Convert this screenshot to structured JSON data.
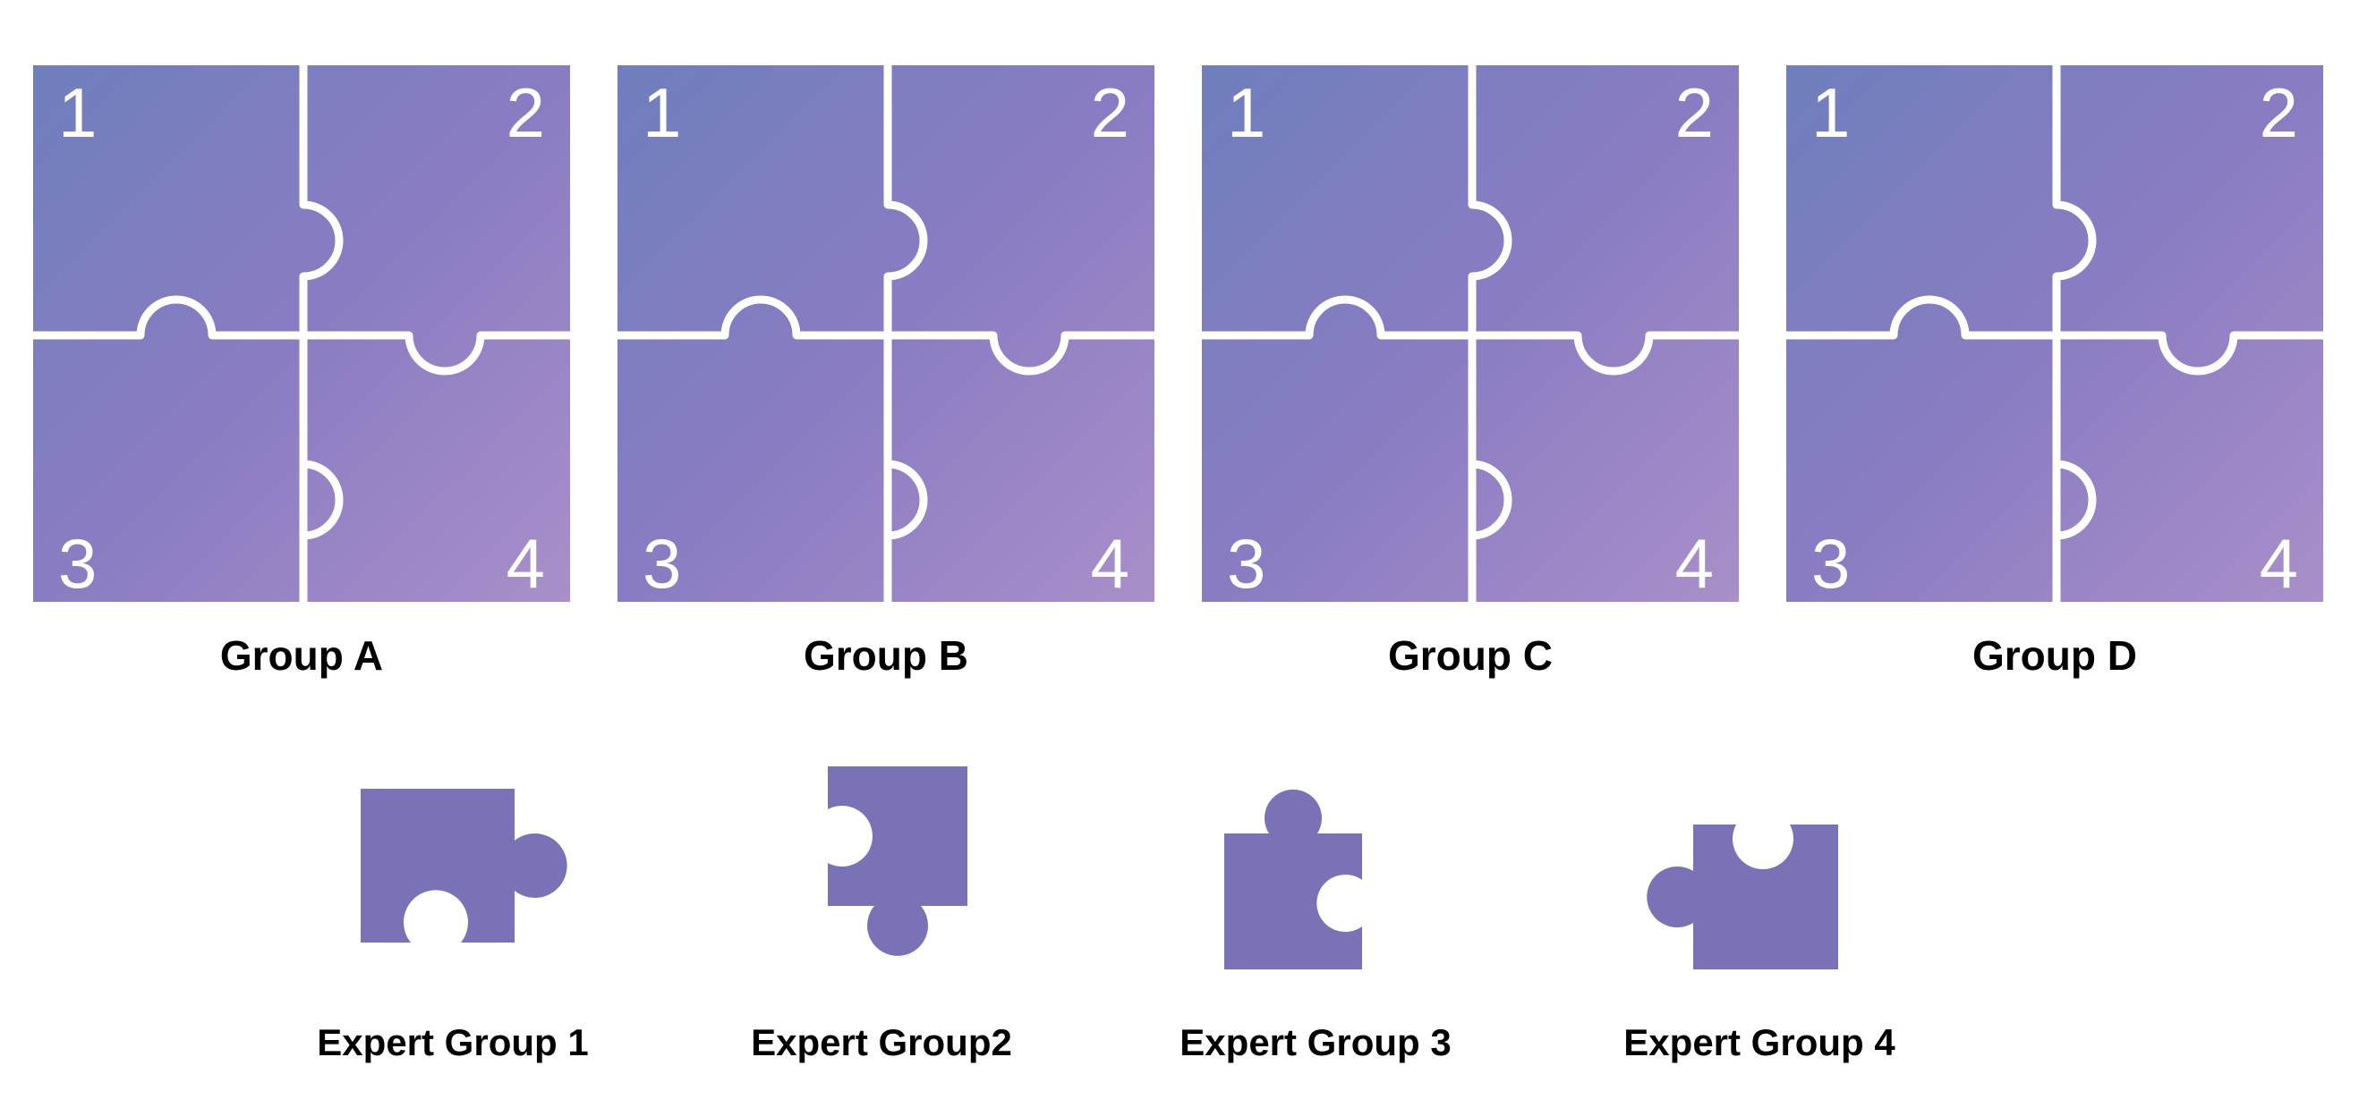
{
  "colors": {
    "gradient_start": "#6f7fbd",
    "gradient_mid": "#8a7cc2",
    "gradient_end": "#a88fc9",
    "expert_piece": "#7a72b6",
    "seam": "#ffffff",
    "background": "#ffffff"
  },
  "groups": [
    {
      "label": "Group A",
      "numbers": [
        "1",
        "2",
        "3",
        "4"
      ]
    },
    {
      "label": "Group B",
      "numbers": [
        "1",
        "2",
        "3",
        "4"
      ]
    },
    {
      "label": "Group C",
      "numbers": [
        "1",
        "2",
        "3",
        "4"
      ]
    },
    {
      "label": "Group D",
      "numbers": [
        "1",
        "2",
        "3",
        "4"
      ]
    }
  ],
  "experts": [
    {
      "label": "Expert Group 1",
      "piece": "top-left"
    },
    {
      "label": "Expert Group2",
      "piece": "top-right"
    },
    {
      "label": "Expert Group 3",
      "piece": "bottom-left"
    },
    {
      "label": "Expert Group 4",
      "piece": "bottom-right"
    }
  ]
}
